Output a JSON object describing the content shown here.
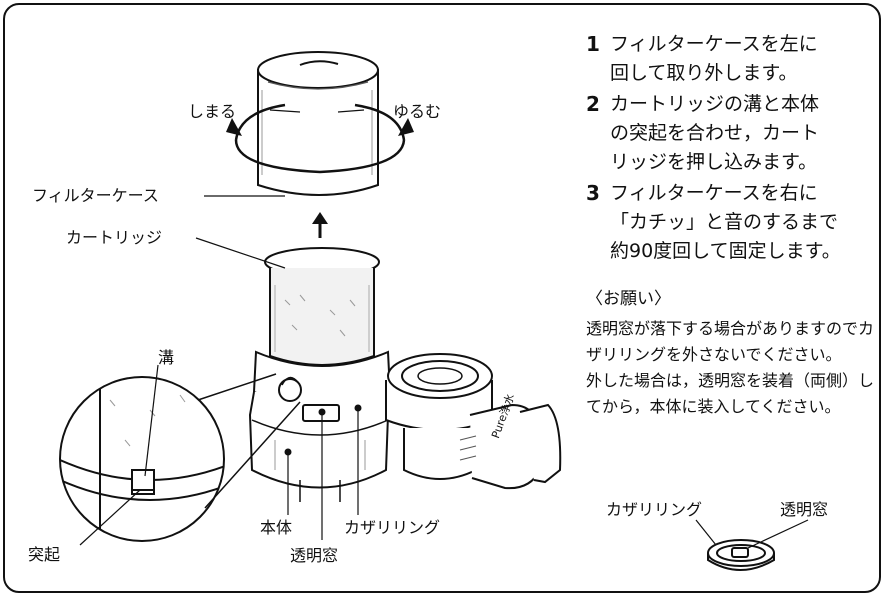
{
  "labels": {
    "shimaru": "しまる",
    "yurumu": "ゆるむ",
    "filter_case": "フィルターケース",
    "cartridge": "カートリッジ",
    "mizo": "溝",
    "toki": "突起",
    "hontai": "本体",
    "kazari_ring": "カザリリング",
    "toumeimado": "透明窓",
    "pure_jousui": "Pure浄水",
    "kazari_ring_2": "カザリリング",
    "toumeimado_2": "透明窓"
  },
  "steps": [
    {
      "number": "1",
      "lines": [
        "フィルターケースを左に",
        "回して取り外します。"
      ]
    },
    {
      "number": "2",
      "lines": [
        "カートリッジの溝と本体",
        "の突起を合わせ，カート",
        "リッジを押し込みます。"
      ]
    },
    {
      "number": "3",
      "lines": [
        "フィルターケースを右に",
        "「カチッ」と音のするまで",
        "約90度回して固定します。"
      ]
    }
  ],
  "notes": {
    "heading": "〈お願い〉",
    "paragraph1": "透明窓が落下する場合がありますのでカザリリングを外さないでください。",
    "paragraph2": "外した場合は，透明窓を装着（両側）してから，本体に装入してください。"
  }
}
